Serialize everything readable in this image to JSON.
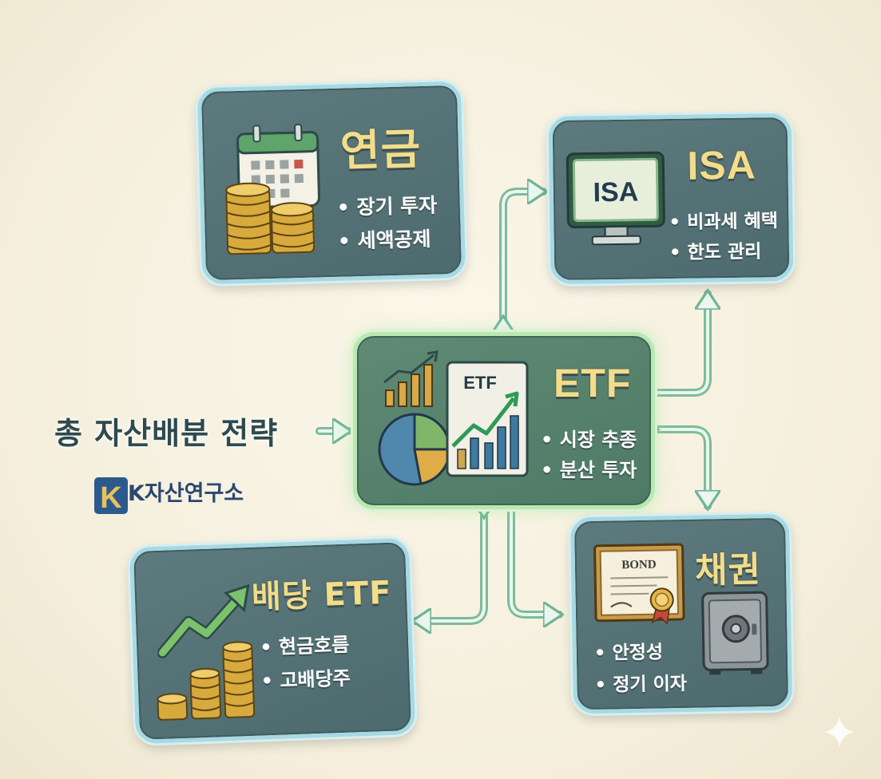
{
  "left_label": "총 자산배분 전략",
  "brand": {
    "name": "K자산연구소",
    "logo_letter": "K"
  },
  "cards": {
    "pension": {
      "title": "연금",
      "items": [
        "장기 투자",
        "세액공제"
      ]
    },
    "isa": {
      "title": "ISA",
      "screen_text": "ISA",
      "items": [
        "비과세 혜택",
        "한도 관리"
      ]
    },
    "etf": {
      "title": "ETF",
      "chart_label": "ETF",
      "items": [
        "시장 추종",
        "분산 투자"
      ]
    },
    "dividend": {
      "title": "배당 ETF",
      "items": [
        "현금호름",
        "고배당주"
      ]
    },
    "bond": {
      "title": "채권",
      "certificate_text": "BOND",
      "items": [
        "안정성",
        "정기 이자"
      ]
    }
  },
  "icons": {
    "pension": [
      "calendar-icon",
      "coin-stack-icon"
    ],
    "isa": [
      "monitor-icon"
    ],
    "etf": [
      "bar-chart-icon",
      "pie-chart-icon",
      "growth-chart-icon"
    ],
    "dividend": [
      "trend-arrow-icon",
      "coin-stack-icon"
    ],
    "bond": [
      "certificate-icon",
      "safe-icon"
    ],
    "corner": "sparkle-icon"
  },
  "colors": {
    "card_bg": "#577478",
    "card_border": "#a8d9e2",
    "center_bg": "#5a8670",
    "center_border": "#b9e8b3",
    "title_gold": "#f3dc8a",
    "arrow": "#8fd2b2"
  }
}
